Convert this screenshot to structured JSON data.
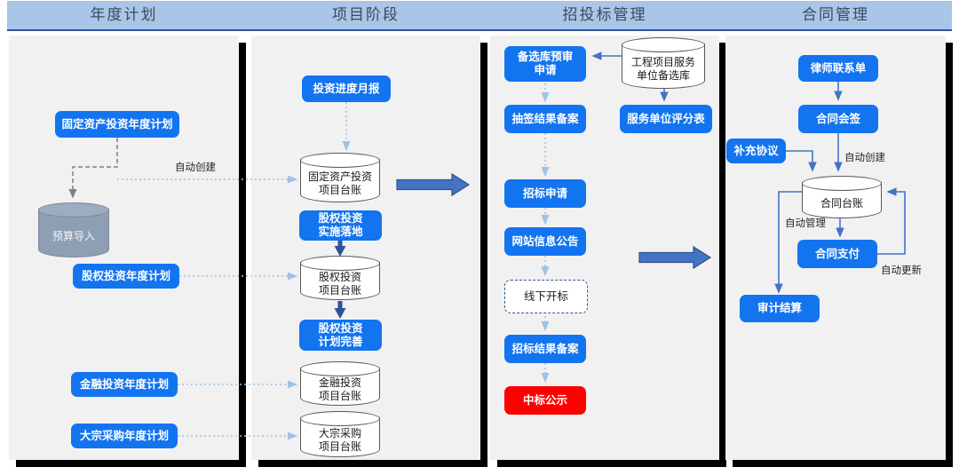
{
  "header": {
    "lanes": [
      {
        "title": "年度计划"
      },
      {
        "title": "项目阶段"
      },
      {
        "title": "招投标管理"
      },
      {
        "title": "合同管理"
      }
    ]
  },
  "annual_plan": {
    "fixed_asset_plan": "固定资产投资年度计划",
    "budget_import": "预算导入",
    "equity_plan": "股权投资年度计划",
    "financial_plan": "金融投资年度计划",
    "bulk_purchase_plan": "大宗采购年度计划",
    "auto_create_label": "自动创建"
  },
  "project_phase": {
    "monthly_report": "投资进度月报",
    "fixed_asset_ledger": "固定资产投资\n项目台账",
    "equity_implementation": "股权投资\n实施落地",
    "equity_ledger": "股权投资\n项目台账",
    "equity_plan_improvement": "股权投资\n计划完善",
    "financial_ledger": "金融投资\n项目台账",
    "bulk_purchase_ledger": "大宗采购\n项目台账"
  },
  "bidding": {
    "pre_review_application": "备选库预审\n申请",
    "service_unit_pool": "工程项目服务\n单位备选库",
    "lottery_result_record": "抽签结果备案",
    "service_unit_score_sheet": "服务单位评分表",
    "bid_application": "招标申请",
    "website_notice": "网站信息公告",
    "offline_bid_opening": "线下开标",
    "bid_result_record": "招标结果备案",
    "winning_announcement": "中标公示"
  },
  "contract": {
    "lawyer_contact": "律师联系单",
    "contract_countersign": "合同会签",
    "supplement_agreement": "补充协议",
    "contract_ledger": "合同台账",
    "contract_payment": "合同支付",
    "audit_settlement": "审计结算",
    "auto_create_label": "自动创建",
    "auto_manage_label": "自动管理",
    "auto_update_label": "自动更新"
  },
  "colors": {
    "accent_blue": "#1374F0",
    "alert_red": "#FE0000",
    "arrow_blue": "#4472C4",
    "arrow_navy": "#2F5496",
    "dotted_blue": "#9DC3E6",
    "dashed_gray": "#808080",
    "header_bg": "#A9C5E8",
    "panel_bg": "#F1F1F1",
    "gray_cylinder": "#8E9EB3"
  }
}
